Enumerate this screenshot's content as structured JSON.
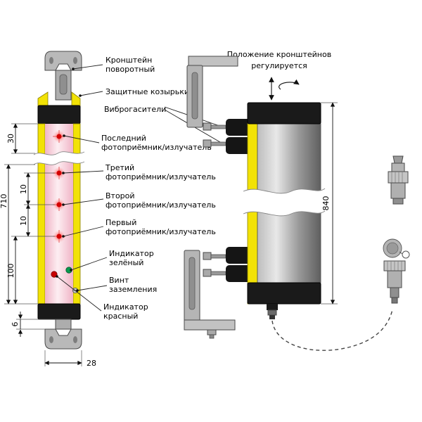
{
  "diagram": {
    "note": {
      "line1": "Положение кронштейнов",
      "line2": "регулируется"
    },
    "callouts": {
      "pivot_bracket": {
        "line1": "Кронштейн",
        "line2": "поворотный"
      },
      "protective_visors": {
        "line1": "Защитные козырьки"
      },
      "vibration_dampers": {
        "line1": "Виброгасители"
      },
      "last_unit": {
        "line1": "Последний",
        "line2": "фотоприёмник/излучатель"
      },
      "third_unit": {
        "line1": "Третий",
        "line2": "фотоприёмник/излучатель"
      },
      "second_unit": {
        "line1": "Второй",
        "line2": "фотоприёмник/излучатель"
      },
      "first_unit": {
        "line1": "Первый",
        "line2": "фотоприёмник/излучатель"
      },
      "green_indicator": {
        "line1": "Индикатор",
        "line2": "зелёный"
      },
      "ground_screw": {
        "line1": "Винт",
        "line2": "заземления"
      },
      "red_indicator": {
        "line1": "Индикатор",
        "line2": "красный"
      }
    },
    "dimensions": {
      "top_section": "30",
      "working_length": "710",
      "step_a": "10",
      "step_b": "10",
      "bottom_section": "100",
      "bracket_plate": "6",
      "body_width": "28",
      "overall_height": "840"
    },
    "colors": {
      "profile_yellow": "#f2e205",
      "window_pink": "#f6c9d5",
      "led_red": "#d40000",
      "indicator_green": "#089a4e",
      "indicator_red": "#c80000",
      "metal_gray": "#b9b9b9",
      "cap_black": "#1a1a1a"
    }
  }
}
